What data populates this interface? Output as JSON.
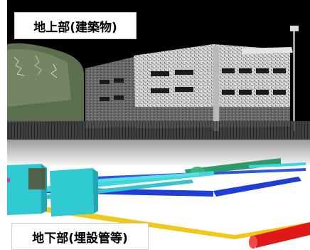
{
  "captions": {
    "above_ground": "地上部(建築物)",
    "below_ground": "地下部(埋設管等)"
  },
  "scene": {
    "subjects": [
      "building-point-cloud",
      "utility-pipes",
      "street-lamp",
      "trees",
      "ground-plane"
    ],
    "colors": {
      "sky": "#000000",
      "ground": "#ffffff",
      "pipe_cyan": "#3fd6de",
      "pipe_blue": "#1d3fd8",
      "pipe_green": "#2e9a6a",
      "pipe_yellow": "#f0c81a",
      "pipe_red": "#e01818",
      "box_cyan": "#2fc9d2"
    }
  }
}
